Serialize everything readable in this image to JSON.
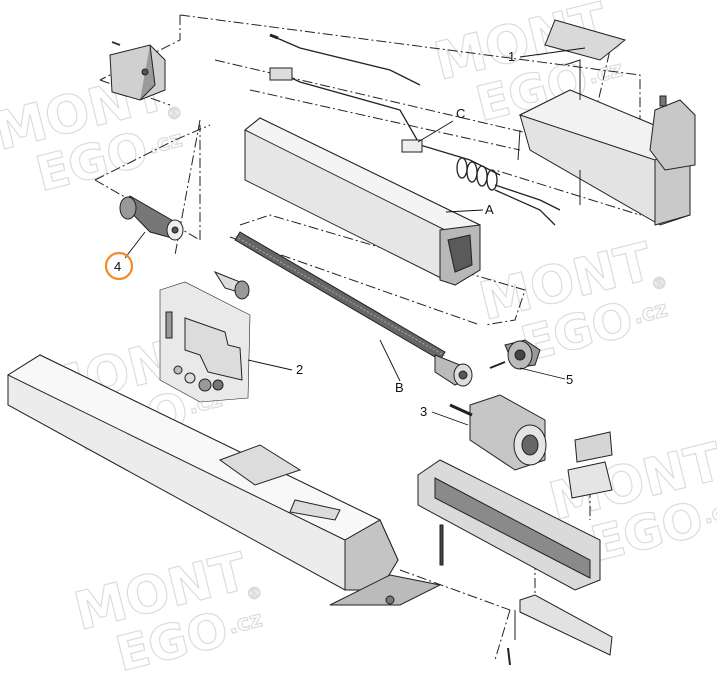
{
  "diagram": {
    "callouts": {
      "part1": "1",
      "part2": "2",
      "part3": "3",
      "part4": "4",
      "part5": "5",
      "partA": "A",
      "partB": "B",
      "partC": "C"
    },
    "highlighted_callout": "4",
    "highlight_color": "#f28c28",
    "watermark": {
      "line1": "MONT",
      "line2": "EGO",
      "suffix": ".cz",
      "registered_mark": "®",
      "color": "#dcdcdc"
    }
  }
}
